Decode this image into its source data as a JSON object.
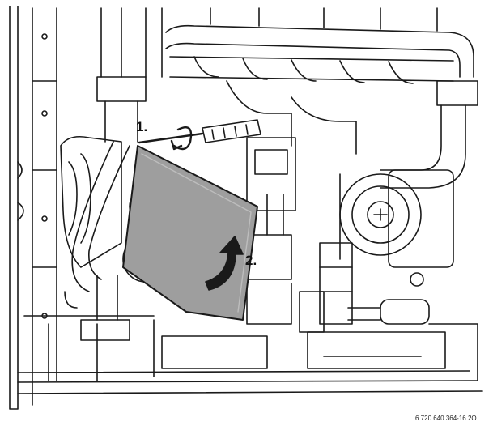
{
  "diagram": {
    "step_labels": [
      "1.",
      "2."
    ],
    "doc_number": "6 720 640 364-16.2O"
  },
  "colors": {
    "line": "#1a1a1a",
    "highlight_plate": "#9e9e9e",
    "background": "#ffffff"
  }
}
